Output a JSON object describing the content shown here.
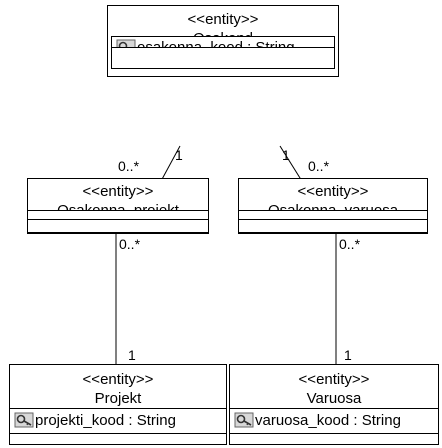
{
  "entities": {
    "osakond": {
      "stereotype": "<<entity>>",
      "name": "Osakond",
      "attribute": "osakonna_kood : String",
      "attribute_icon": "primary-key-icon"
    },
    "osakonna_projekt": {
      "stereotype": "<<entity>>",
      "name": "Osakonna_projekt"
    },
    "osakonna_varuosa": {
      "stereotype": "<<entity>>",
      "name": "Osakonna_varuosa"
    },
    "projekt": {
      "stereotype": "<<entity>>",
      "name": "Projekt",
      "attribute": "projekti_kood : String",
      "attribute_icon": "primary-key-icon"
    },
    "varuosa": {
      "stereotype": "<<entity>>",
      "name": "Varuosa",
      "attribute": "varuosa_kood : String",
      "attribute_icon": "primary-key-icon"
    }
  },
  "associations": {
    "osakond_projekt": {
      "one": "1",
      "many": "0..*"
    },
    "osakond_varuosa": {
      "one": "1",
      "many": "0..*"
    },
    "projekt_link": {
      "many": "0..*",
      "one": "1"
    },
    "varuosa_link": {
      "many": "0..*",
      "one": "1"
    }
  }
}
